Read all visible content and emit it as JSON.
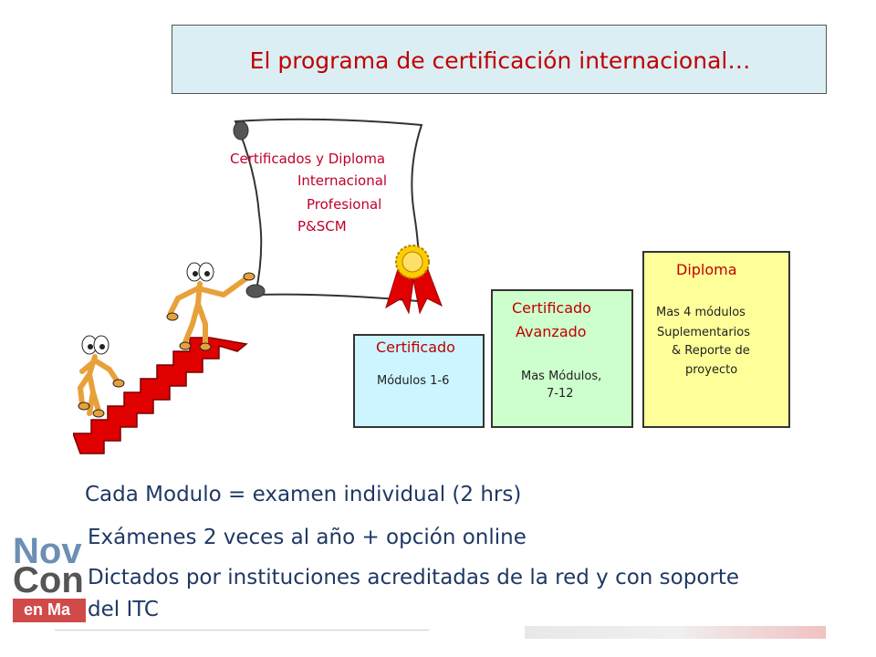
{
  "title": "El programa de certificación internacional…",
  "scroll": {
    "lines": [
      "Certificados y Diploma",
      "Internacional",
      "Profesional",
      "P&SCM"
    ]
  },
  "levels": [
    {
      "title": "Certificado",
      "details": [
        "Módulos 1-6"
      ]
    },
    {
      "title": "Certificado",
      "title2": "Avanzado",
      "details": [
        "Mas Módulos,",
        "7-12"
      ]
    },
    {
      "title": "Diploma",
      "details": [
        "Mas 4 módulos",
        "Suplementarios",
        "& Reporte de",
        "proyecto"
      ]
    }
  ],
  "bullets": [
    "Cada Modulo = examen individual  (2 hrs)",
    "Exámenes 2  veces al año + opción  online",
    "Dictados por instituciones acreditadas de la red y con soporte",
    "del ITC"
  ],
  "colors": {
    "title_bg": "#dbeef4",
    "certificado_bg": "#ccf5ff",
    "avanzado_bg": "#ccffcc",
    "diploma_bg": "#ffff99",
    "stairs": "#e00000",
    "text_red": "#c00000",
    "bullet_text": "#1f3864"
  }
}
